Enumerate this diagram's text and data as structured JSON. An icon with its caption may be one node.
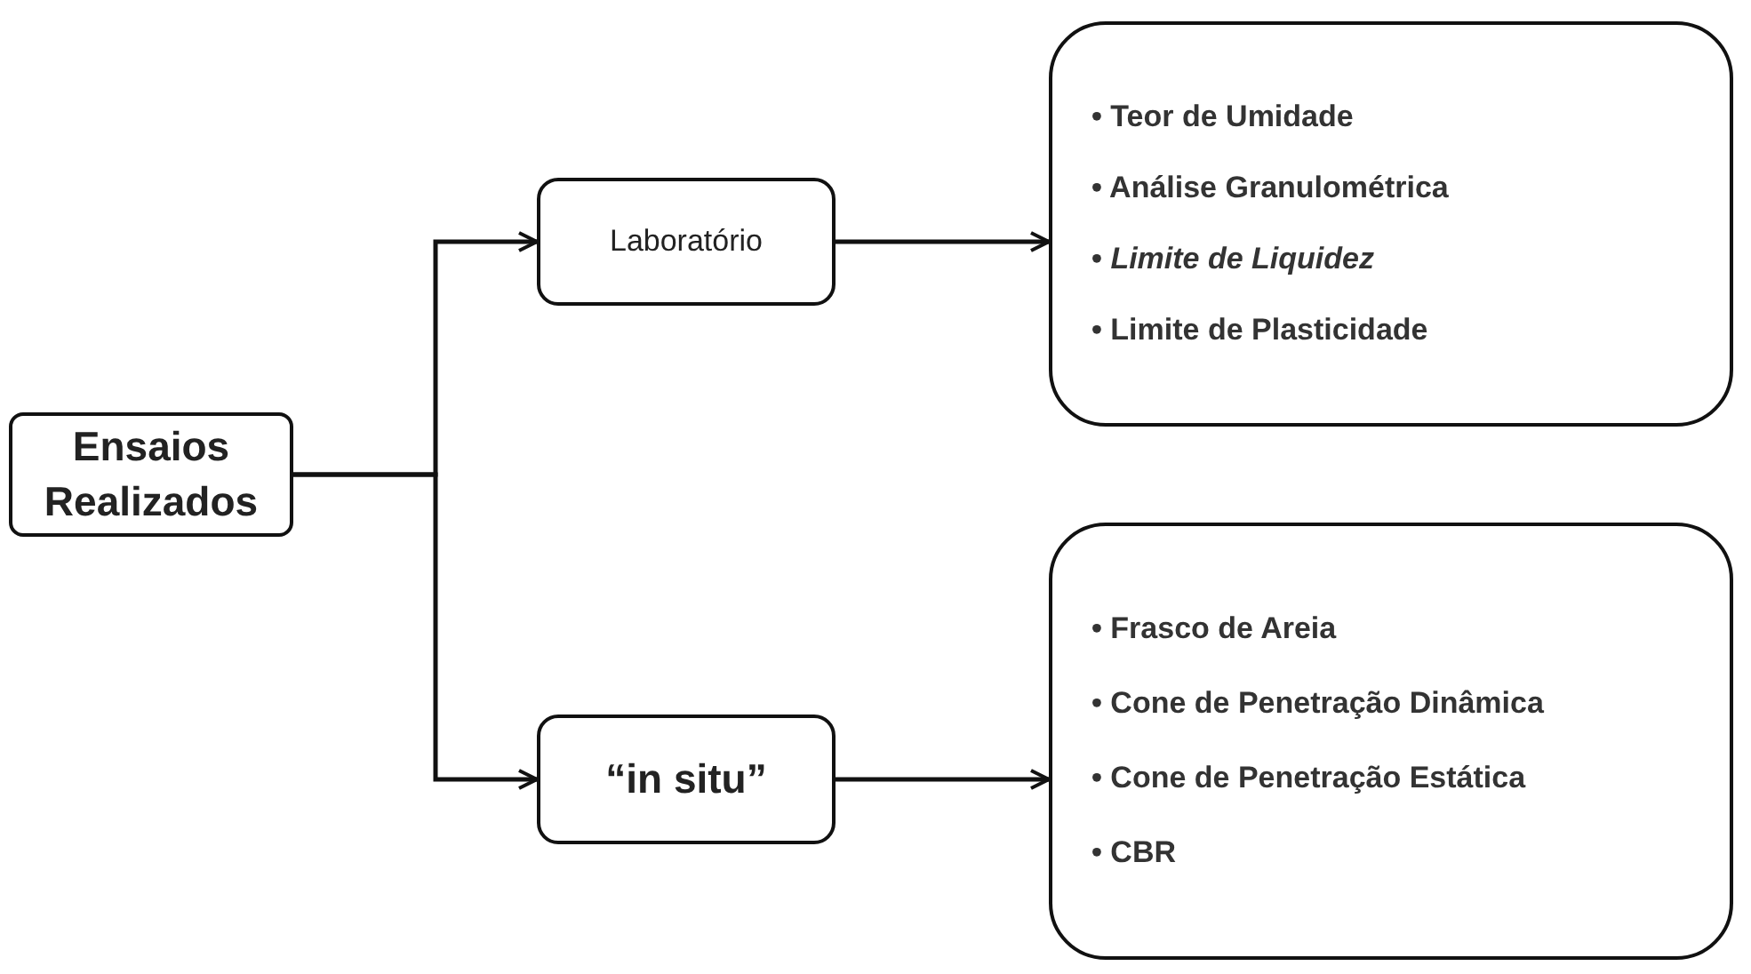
{
  "diagram": {
    "nodes": [
      {
        "text": [
          "Ensaios Realizados"
        ]
      },
      {
        "text": [
          "Laboratório"
        ]
      },
      {
        "text": [
          "“in situ”"
        ]
      },
      {
        "text": [
          "• Teor de Umidade",
          "• Análise Granulométrica",
          "• *Limite de Liquidez*",
          "• Limite de Plasticidade"
        ]
      },
      {
        "text": [
          "• Frasco de Areia",
          "• Cone de Penetração Dinâmica",
          "• Cone de Penetração Estática",
          "• CBR"
        ]
      }
    ],
    "edges": [
      {
        "from": 0,
        "to": 1,
        "arrow": "to"
      },
      {
        "from": 0,
        "to": 2,
        "arrow": "to"
      },
      {
        "from": 1,
        "to": 3,
        "arrow": "to"
      },
      {
        "from": 2,
        "to": 4,
        "arrow": "to"
      }
    ]
  }
}
